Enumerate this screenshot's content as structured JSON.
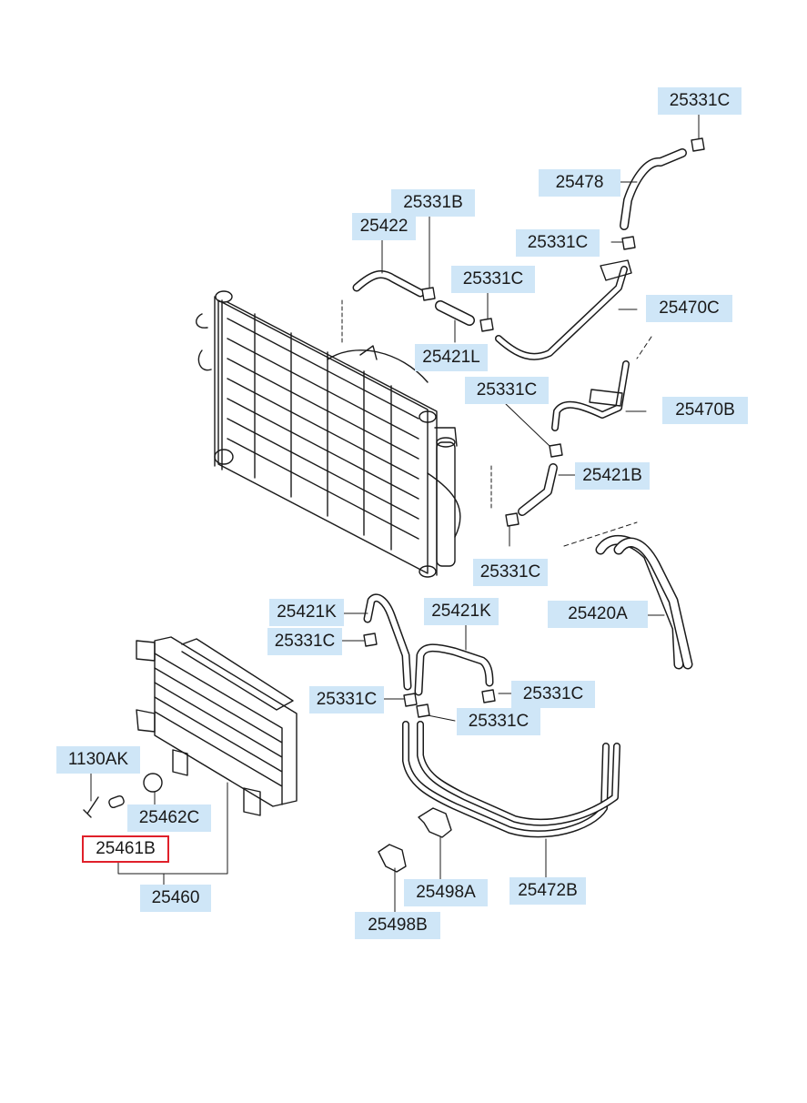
{
  "colors": {
    "label_bg": "#cfe6f7",
    "highlight_border": "#e0202a",
    "line": "#1a1a1a"
  },
  "parts": [
    {
      "id": "p01",
      "text": "25331C"
    },
    {
      "id": "p02",
      "text": "25478"
    },
    {
      "id": "p03",
      "text": "25331B"
    },
    {
      "id": "p04",
      "text": "25422"
    },
    {
      "id": "p05",
      "text": "25331C"
    },
    {
      "id": "p06",
      "text": "25331C"
    },
    {
      "id": "p07",
      "text": "25470C"
    },
    {
      "id": "p08",
      "text": "25421L"
    },
    {
      "id": "p09",
      "text": "25331C"
    },
    {
      "id": "p10",
      "text": "25470B"
    },
    {
      "id": "p11",
      "text": "25421B"
    },
    {
      "id": "p12",
      "text": "25331C"
    },
    {
      "id": "p13",
      "text": "25421K"
    },
    {
      "id": "p14",
      "text": "25421K"
    },
    {
      "id": "p15",
      "text": "25420A"
    },
    {
      "id": "p16",
      "text": "25331C"
    },
    {
      "id": "p17",
      "text": "25331C"
    },
    {
      "id": "p18",
      "text": "25331C"
    },
    {
      "id": "p19",
      "text": "25331C"
    },
    {
      "id": "p20",
      "text": "1130AK"
    },
    {
      "id": "p21",
      "text": "25462C"
    },
    {
      "id": "p22",
      "text": "25461B",
      "highlighted": true
    },
    {
      "id": "p23",
      "text": "25460"
    },
    {
      "id": "p24",
      "text": "25472B"
    },
    {
      "id": "p25",
      "text": "25498A"
    },
    {
      "id": "p26",
      "text": "25498B"
    }
  ]
}
